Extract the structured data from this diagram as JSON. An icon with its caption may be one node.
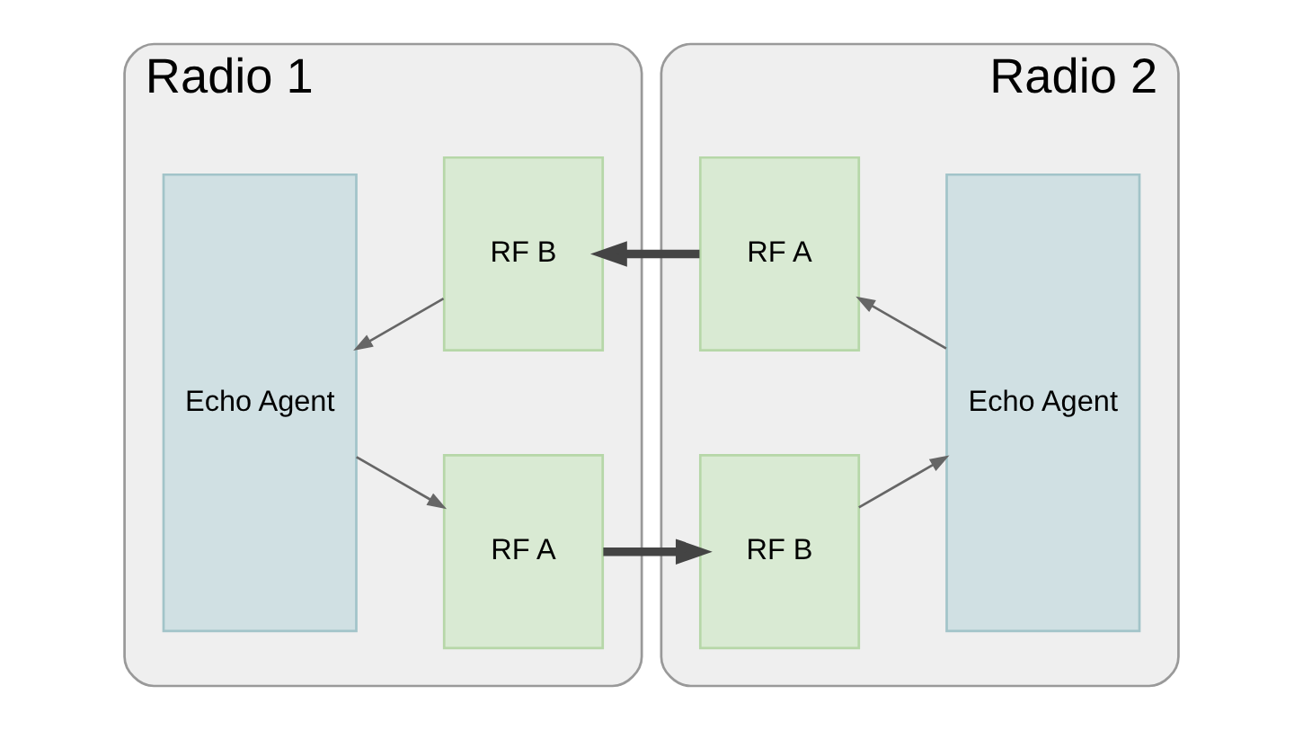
{
  "diagram": {
    "nodes": [
      {
        "text": [
          "Radio 1"
        ]
      },
      {
        "text": [
          "Echo Agent"
        ],
        "in": 0
      },
      {
        "text": [
          "RF A"
        ],
        "in": 0
      },
      {
        "text": [
          "RF B"
        ],
        "in": 0
      },
      {
        "text": [
          "Radio 2"
        ]
      },
      {
        "text": [
          "RF A"
        ],
        "in": 4
      },
      {
        "text": [
          "RF B"
        ],
        "in": 4
      },
      {
        "text": [
          "Echo Agent"
        ],
        "in": 4
      }
    ],
    "edges": [
      {
        "from": 1,
        "to": 2,
        "arrow": "to"
      },
      {
        "from": 3,
        "to": 1,
        "arrow": "to"
      },
      {
        "from": 2,
        "to": 6,
        "arrow": "to",
        "style": "thick"
      },
      {
        "from": 5,
        "to": 3,
        "arrow": "to",
        "style": "thick"
      },
      {
        "from": 7,
        "to": 5,
        "arrow": "to"
      },
      {
        "from": 6,
        "to": 7,
        "arrow": "to"
      }
    ]
  }
}
